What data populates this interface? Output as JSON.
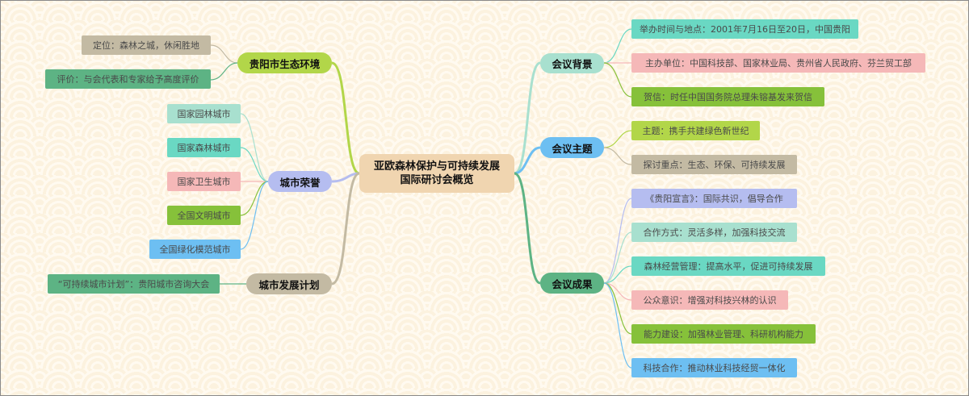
{
  "title": {
    "line1": "亚欧森林保护与可持续发展",
    "line2": "国际研讨会概览",
    "color": "#f0d5b0"
  },
  "right_branches": [
    {
      "label": "会议背景",
      "color": "#a8e0cf",
      "children": [
        {
          "text": "举办时间与地点：2001年7月16日至20日，中国贵阳",
          "color": "#6ad8c3"
        },
        {
          "text": "主办单位：中国科技部、国家林业局、贵州省人民政府、芬兰贸工部",
          "color": "#f5b8b8"
        },
        {
          "text": "贺信：时任中国国务院总理朱镕基发来贺信",
          "color": "#86c13a"
        }
      ]
    },
    {
      "label": "会议主题",
      "color": "#6dbff2",
      "children": [
        {
          "text": "主题：携手共建绿色新世纪",
          "color": "#b2d649"
        },
        {
          "text": "探讨重点：生态、环保、可持续发展",
          "color": "#c3baa3"
        }
      ]
    },
    {
      "label": "会议成果",
      "color": "#5db384",
      "children": [
        {
          "text": "《贵阳宣言》：国际共识，倡导合作",
          "color": "#b5bdf0"
        },
        {
          "text": "合作方式：灵活多样，加强科技交流",
          "color": "#a8e0cf"
        },
        {
          "text": "森林经营管理：提高水平，促进可持续发展",
          "color": "#6ad8c3"
        },
        {
          "text": "公众意识：增强对科技兴林的认识",
          "color": "#f5b8b8"
        },
        {
          "text": "能力建设：加强林业管理、科研机构能力",
          "color": "#86c13a"
        },
        {
          "text": "科技合作：推动林业科技经贸一体化",
          "color": "#6dbff2"
        }
      ]
    }
  ],
  "left_branches": [
    {
      "label": "贵阳市生态环境",
      "color": "#b2d649",
      "children": [
        {
          "text": "定位：森林之城，休闲胜地",
          "color": "#c3baa3"
        },
        {
          "text": "评价：与会代表和专家给予高度评价",
          "color": "#5db384"
        }
      ]
    },
    {
      "label": "城市荣誉",
      "color": "#b5bdf0",
      "children": [
        {
          "text": "国家园林城市",
          "color": "#a8e0cf"
        },
        {
          "text": "国家森林城市",
          "color": "#6ad8c3"
        },
        {
          "text": "国家卫生城市",
          "color": "#f5b8b8"
        },
        {
          "text": "全国文明城市",
          "color": "#86c13a"
        },
        {
          "text": "全国绿化模范城市",
          "color": "#6dbff2"
        }
      ]
    },
    {
      "label": "城市发展计划",
      "color": "#c3baa3",
      "children": [
        {
          "text": "“可持续城市计划”：贵阳城市咨询大会",
          "color": "#5db384"
        }
      ]
    }
  ]
}
